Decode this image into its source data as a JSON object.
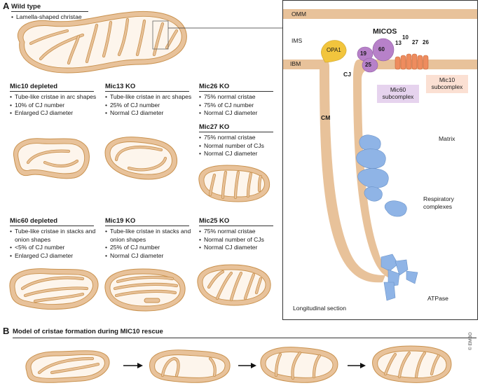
{
  "panel_a": {
    "letter": "A",
    "wild_type": {
      "title": "Wild type",
      "bullets": [
        "Lamella-shaped christae"
      ]
    },
    "groups": [
      {
        "key": "mic10",
        "title": "Mic10 depleted",
        "bullets": [
          "Tube-like cristae in arc shapes",
          "10% of CJ number",
          "Enlarged CJ diameter"
        ]
      },
      {
        "key": "mic13",
        "title": "Mic13 KO",
        "bullets": [
          "Tube-like cristae in arc shapes",
          "25% of CJ number",
          "Normal CJ diameter"
        ]
      },
      {
        "key": "mic26",
        "title": "Mic26 KO",
        "bullets": [
          "75% normal cristae",
          "75% of CJ number",
          "Normal CJ diameter"
        ]
      },
      {
        "key": "mic27",
        "title": "Mic27 KO",
        "bullets": [
          "75% normal cristae",
          "Normal number of CJs",
          "Normal CJ diameter"
        ]
      },
      {
        "key": "mic60",
        "title": "Mic60 depleted",
        "bullets": [
          "Tube-like cristae in stacks and onion shapes",
          "<5% of CJ number",
          "Enlarged CJ diameter"
        ]
      },
      {
        "key": "mic19",
        "title": "Mic19 KO",
        "bullets": [
          "Tube-like cristae in stacks and onion shapes",
          "25% of CJ number",
          "Normal CJ diameter"
        ]
      },
      {
        "key": "mic25",
        "title": "Mic25 KO",
        "bullets": [
          "75% normal cristae",
          "Normal number of CJs",
          "Normal CJ diameter"
        ]
      }
    ],
    "detail": {
      "omm": "OMM",
      "ims": "IMS",
      "ibm": "IBM",
      "cj": "CJ",
      "cm": "CM",
      "opa1": "OPA1",
      "micos": "MICOS",
      "sub60": [
        "19",
        "60",
        "25"
      ],
      "sub10": [
        "13",
        "10",
        "27",
        "26"
      ],
      "mic60_subcomplex": [
        "Mic60",
        "subcomplex"
      ],
      "mic10_subcomplex": [
        "Mic10",
        "subcomplex"
      ],
      "matrix": "Matrix",
      "respiratory": [
        "Respiratory",
        "complexes"
      ],
      "atpase": "ATPase",
      "section": "Longitudinal section"
    }
  },
  "panel_b": {
    "letter": "B",
    "title": "Model of cristae formation during MIC10 rescue"
  },
  "copyright": "© EMBO",
  "colors": {
    "membrane": "#e8c29a",
    "membrane_dark": "#c9924f",
    "mito_fill": "#fdf5ec",
    "micos_purple": "#b781c9",
    "mic10_orange": "#ee8c5e",
    "opa1_yellow": "#f2c53d",
    "complex_blue": "#8fb4e6",
    "mic60_box": "#e6d3ee",
    "mic10_box": "#fbe0d3"
  }
}
